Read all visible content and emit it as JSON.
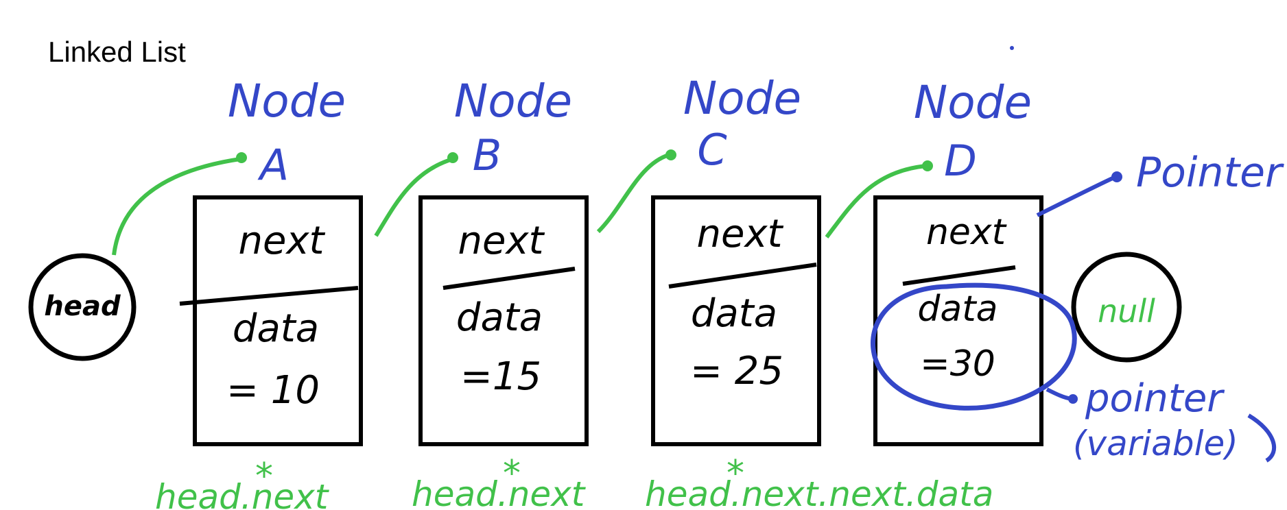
{
  "title": "Linked List",
  "colors": {
    "ink_black": "#000000",
    "ink_blue": "#3447c8",
    "ink_green": "#41c14a"
  },
  "head": {
    "label": "head"
  },
  "null_node": {
    "label": "null"
  },
  "nodes": [
    {
      "heading": "Node",
      "letter": "A",
      "next_label": "next",
      "data_label": "data",
      "value_label": "= 10"
    },
    {
      "heading": "Node",
      "letter": "B",
      "next_label": "next",
      "data_label": "data",
      "value_label": "=15"
    },
    {
      "heading": "Node",
      "letter": "C",
      "next_label": "next",
      "data_label": "data",
      "value_label": "= 25"
    },
    {
      "heading": "Node",
      "letter": "D",
      "next_label": "next",
      "data_label": "data",
      "value_label": "=30"
    }
  ],
  "annotations": {
    "pointer_top": "Pointer",
    "pointer_bottom": "pointer",
    "pointer_bottom_sub": "(variable)",
    "star": "*",
    "path_a": "head.next",
    "path_b": "head.next",
    "path_c": "head.next.next.data"
  }
}
